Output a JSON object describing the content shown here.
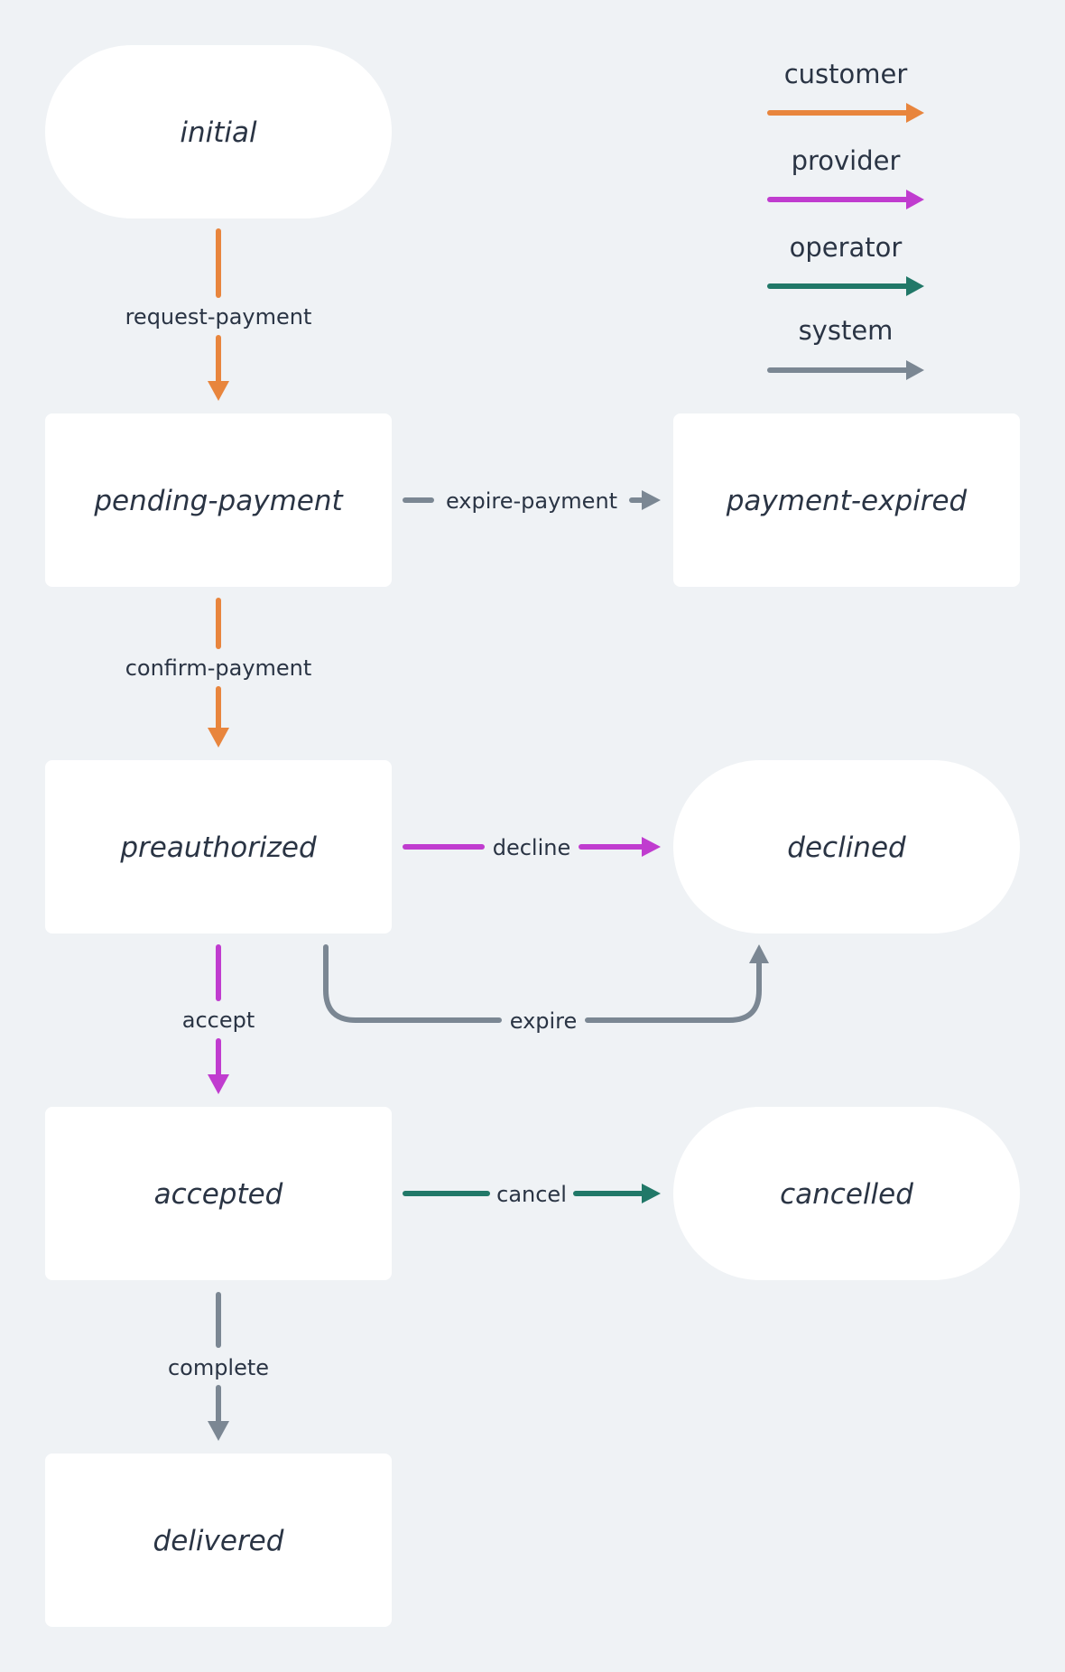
{
  "colors": {
    "background": "#eff2f5",
    "node_fill": "#ffffff",
    "text": "#2a3444",
    "customer": "#e8853d",
    "provider": "#c03ccf",
    "operator": "#217868",
    "system": "#7b8793"
  },
  "legend": [
    {
      "label": "customer",
      "role": "customer"
    },
    {
      "label": "provider",
      "role": "provider"
    },
    {
      "label": "operator",
      "role": "operator"
    },
    {
      "label": "system",
      "role": "system"
    }
  ],
  "states": {
    "initial": {
      "label": "initial",
      "shape": "terminal"
    },
    "pending_payment": {
      "label": "pending-payment",
      "shape": "state"
    },
    "payment_expired": {
      "label": "payment-expired",
      "shape": "state"
    },
    "preauthorized": {
      "label": "preauthorized",
      "shape": "state"
    },
    "declined": {
      "label": "declined",
      "shape": "terminal"
    },
    "accepted": {
      "label": "accepted",
      "shape": "state"
    },
    "cancelled": {
      "label": "cancelled",
      "shape": "terminal"
    },
    "delivered": {
      "label": "delivered",
      "shape": "state"
    }
  },
  "transitions": {
    "request_payment": {
      "label": "request-payment",
      "from": "initial",
      "to": "pending-payment",
      "role": "customer"
    },
    "expire_payment": {
      "label": "expire-payment",
      "from": "pending-payment",
      "to": "payment-expired",
      "role": "system"
    },
    "confirm_payment": {
      "label": "confirm-payment",
      "from": "pending-payment",
      "to": "preauthorized",
      "role": "customer"
    },
    "decline": {
      "label": "decline",
      "from": "preauthorized",
      "to": "declined",
      "role": "provider"
    },
    "accept": {
      "label": "accept",
      "from": "preauthorized",
      "to": "accepted",
      "role": "provider"
    },
    "expire": {
      "label": "expire",
      "from": "preauthorized",
      "to": "declined",
      "role": "system"
    },
    "cancel": {
      "label": "cancel",
      "from": "accepted",
      "to": "cancelled",
      "role": "operator"
    },
    "complete": {
      "label": "complete",
      "from": "accepted",
      "to": "delivered",
      "role": "system"
    }
  }
}
